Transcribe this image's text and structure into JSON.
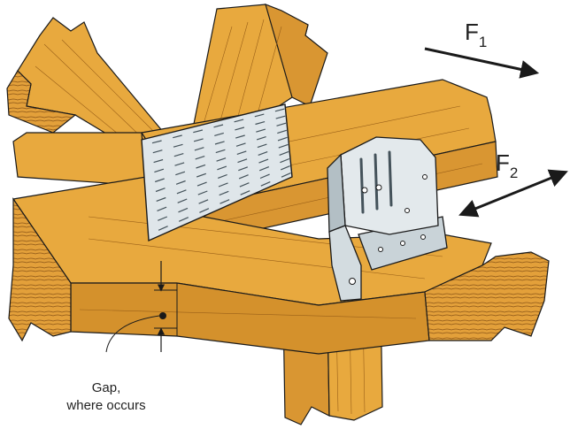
{
  "labels": {
    "force_1": {
      "letter": "F",
      "subscript": "1"
    },
    "force_2": {
      "letter": "F",
      "subscript": "2"
    },
    "gap_line_1": "Gap,",
    "gap_line_2": "where occurs"
  },
  "colors": {
    "wood_light": "#e8a93e",
    "wood_mid": "#d4912c",
    "wood_dark": "#b87420",
    "grain": "#7a4a12",
    "steel_light": "#e6ecef",
    "steel_mid": "#c3ced4",
    "steel_dark": "#7f8f98",
    "outline": "#1a1a1a"
  },
  "icons": {
    "truss_plate": "punched-nail-plate-icon",
    "angle_bracket": "gusseted-angle-bracket-icon",
    "arrow": "arrow-icon"
  }
}
